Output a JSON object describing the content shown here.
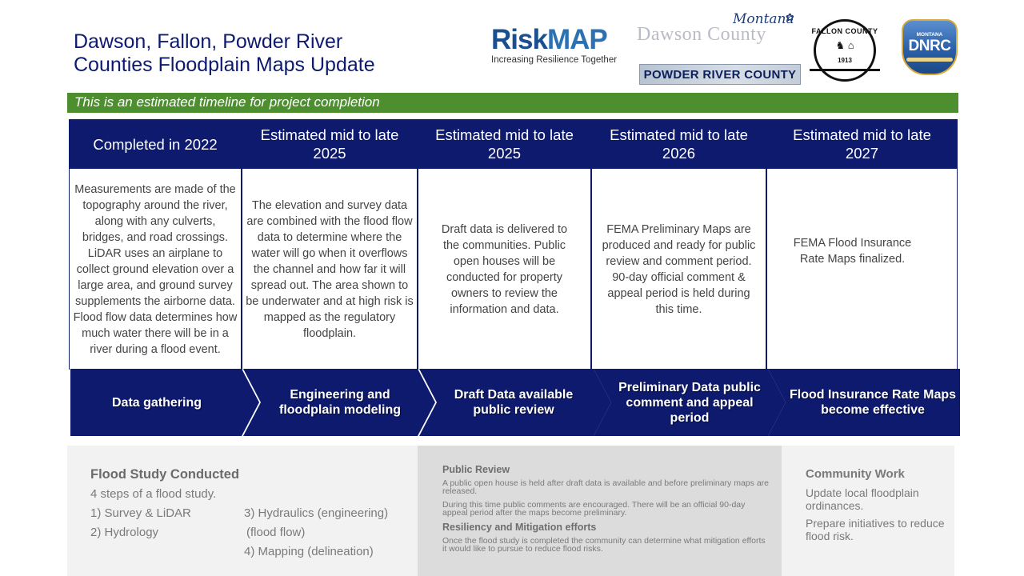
{
  "title": {
    "line1": "Dawson, Fallon, Powder River",
    "line2": "Counties Floodplain Maps Update"
  },
  "logos": {
    "riskmap": {
      "risk": "Risk",
      "map": "MAP",
      "tagline": "Increasing Resilience Together"
    },
    "dawson": {
      "script": "Montana",
      "name": "Dawson County"
    },
    "powder_river": {
      "name": "POWDER RIVER COUNTY"
    },
    "fallon": {
      "name": "FALLON COUNTY",
      "year": "1913"
    },
    "dnrc": {
      "state": "MONTANA",
      "name": "DNRC"
    }
  },
  "banner": {
    "text": "This is an estimated timeline for project completion"
  },
  "timeline": [
    {
      "heading": "Completed in 2022",
      "body": "Measurements are made of the topography around the river, along with any culverts, bridges, and road crossings. LiDAR uses an airplane to collect ground elevation over a large area, and ground survey supplements the airborne data. Flood flow data determines how much water there will be in a river during a flood event."
    },
    {
      "heading": "Estimated mid to late 2025",
      "body": "The elevation and survey data are combined with the flood flow data to determine where the water will go when it overflows the channel and how far it will spread out. The area shown to be underwater and at high risk is mapped as the regulatory floodplain."
    },
    {
      "heading": "Estimated mid to late 2025",
      "body": "Draft data is delivered to the communities. Public open houses will be conducted for property owners to review the information and data."
    },
    {
      "heading": "Estimated mid to late 2026",
      "body": "FEMA Preliminary Maps are produced and ready for public review and comment period. 90-day official comment & appeal period is held during this time."
    },
    {
      "heading": "Estimated mid to late 2027",
      "body": "FEMA Flood Insurance Rate Maps finalized."
    }
  ],
  "phases": [
    "Data gathering",
    "Engineering and floodplain modeling",
    "Draft Data available public review",
    "Preliminary Data public comment and appeal period",
    "Flood Insurance Rate Maps become effective"
  ],
  "flood_study": {
    "title": "Flood Study Conducted",
    "subtitle": "4 steps of a flood study.",
    "step1": "1)   Survey & LiDAR",
    "step2": "2)   Hydrology",
    "step3": "3) Hydraulics (engineering)",
    "step3b": "(flood flow)",
    "step4": "4) Mapping (delineation)"
  },
  "public_review": {
    "title": "Public Review",
    "text1": "A public open house is held after draft data is available and before preliminary maps are released.",
    "text2": "During this time public comments are encouraged. There will be an official 90-day appeal period after the maps become preliminary.",
    "title2": "Resiliency and Mitigation efforts",
    "text3": "Once the flood study is completed the community can determine what mitigation efforts it would like to pursue to reduce flood risks."
  },
  "community_work": {
    "title": "Community Work",
    "text1": "Update local floodplain ordinances.",
    "text2": "Prepare initiatives to reduce flood risk."
  },
  "colors": {
    "navy": "#0d1a6e",
    "green": "#4d8f2e",
    "panel_light": "#f2f2f2",
    "panel_mid": "#dcdcdc"
  }
}
